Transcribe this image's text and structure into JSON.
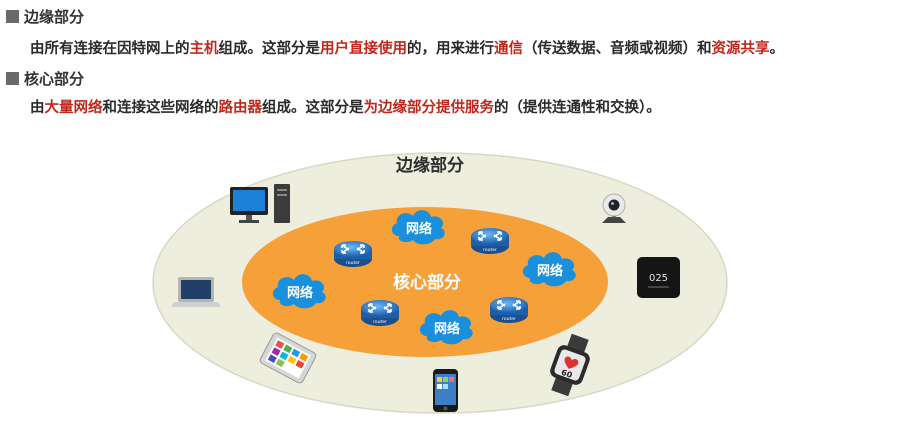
{
  "edge": {
    "heading": "边缘部分",
    "desc": {
      "p1": "由所有连接在因特网上的",
      "h1": "主机",
      "p2": "组成。这部分是",
      "h2": "用户直接使用",
      "p3": "的，用来进行",
      "h3": "通信",
      "p4": "（传送数据、音频或视频）和",
      "h4": "资源共享",
      "p5": "。"
    }
  },
  "core": {
    "heading": "核心部分",
    "desc": {
      "p1": "由",
      "h1": "大量网络",
      "p2": "和连接这些网络的",
      "h2": "路由器",
      "p3": "组成。这部分是",
      "h3": "为边缘部分提供服务",
      "p4": "的（提供连通性和交换）。"
    }
  },
  "diagram": {
    "outer_label": "边缘部分",
    "inner_label": "核心部分",
    "network_label": "网络",
    "router_label": "router",
    "watch_time": "60",
    "speaker_time": "025",
    "colors": {
      "outer_fill": "#eeeede",
      "inner_fill": "#f6a03a",
      "cloud_fill": "#1a8fdc",
      "router_fill": "#2a7fd2",
      "highlight": "#c0281c"
    },
    "icons": [
      "desktop-computer-icon",
      "laptop-icon",
      "tablet-icon",
      "smartphone-icon",
      "smartwatch-icon",
      "smart-speaker-icon",
      "webcam-icon",
      "router-icon",
      "network-cloud-icon"
    ]
  }
}
